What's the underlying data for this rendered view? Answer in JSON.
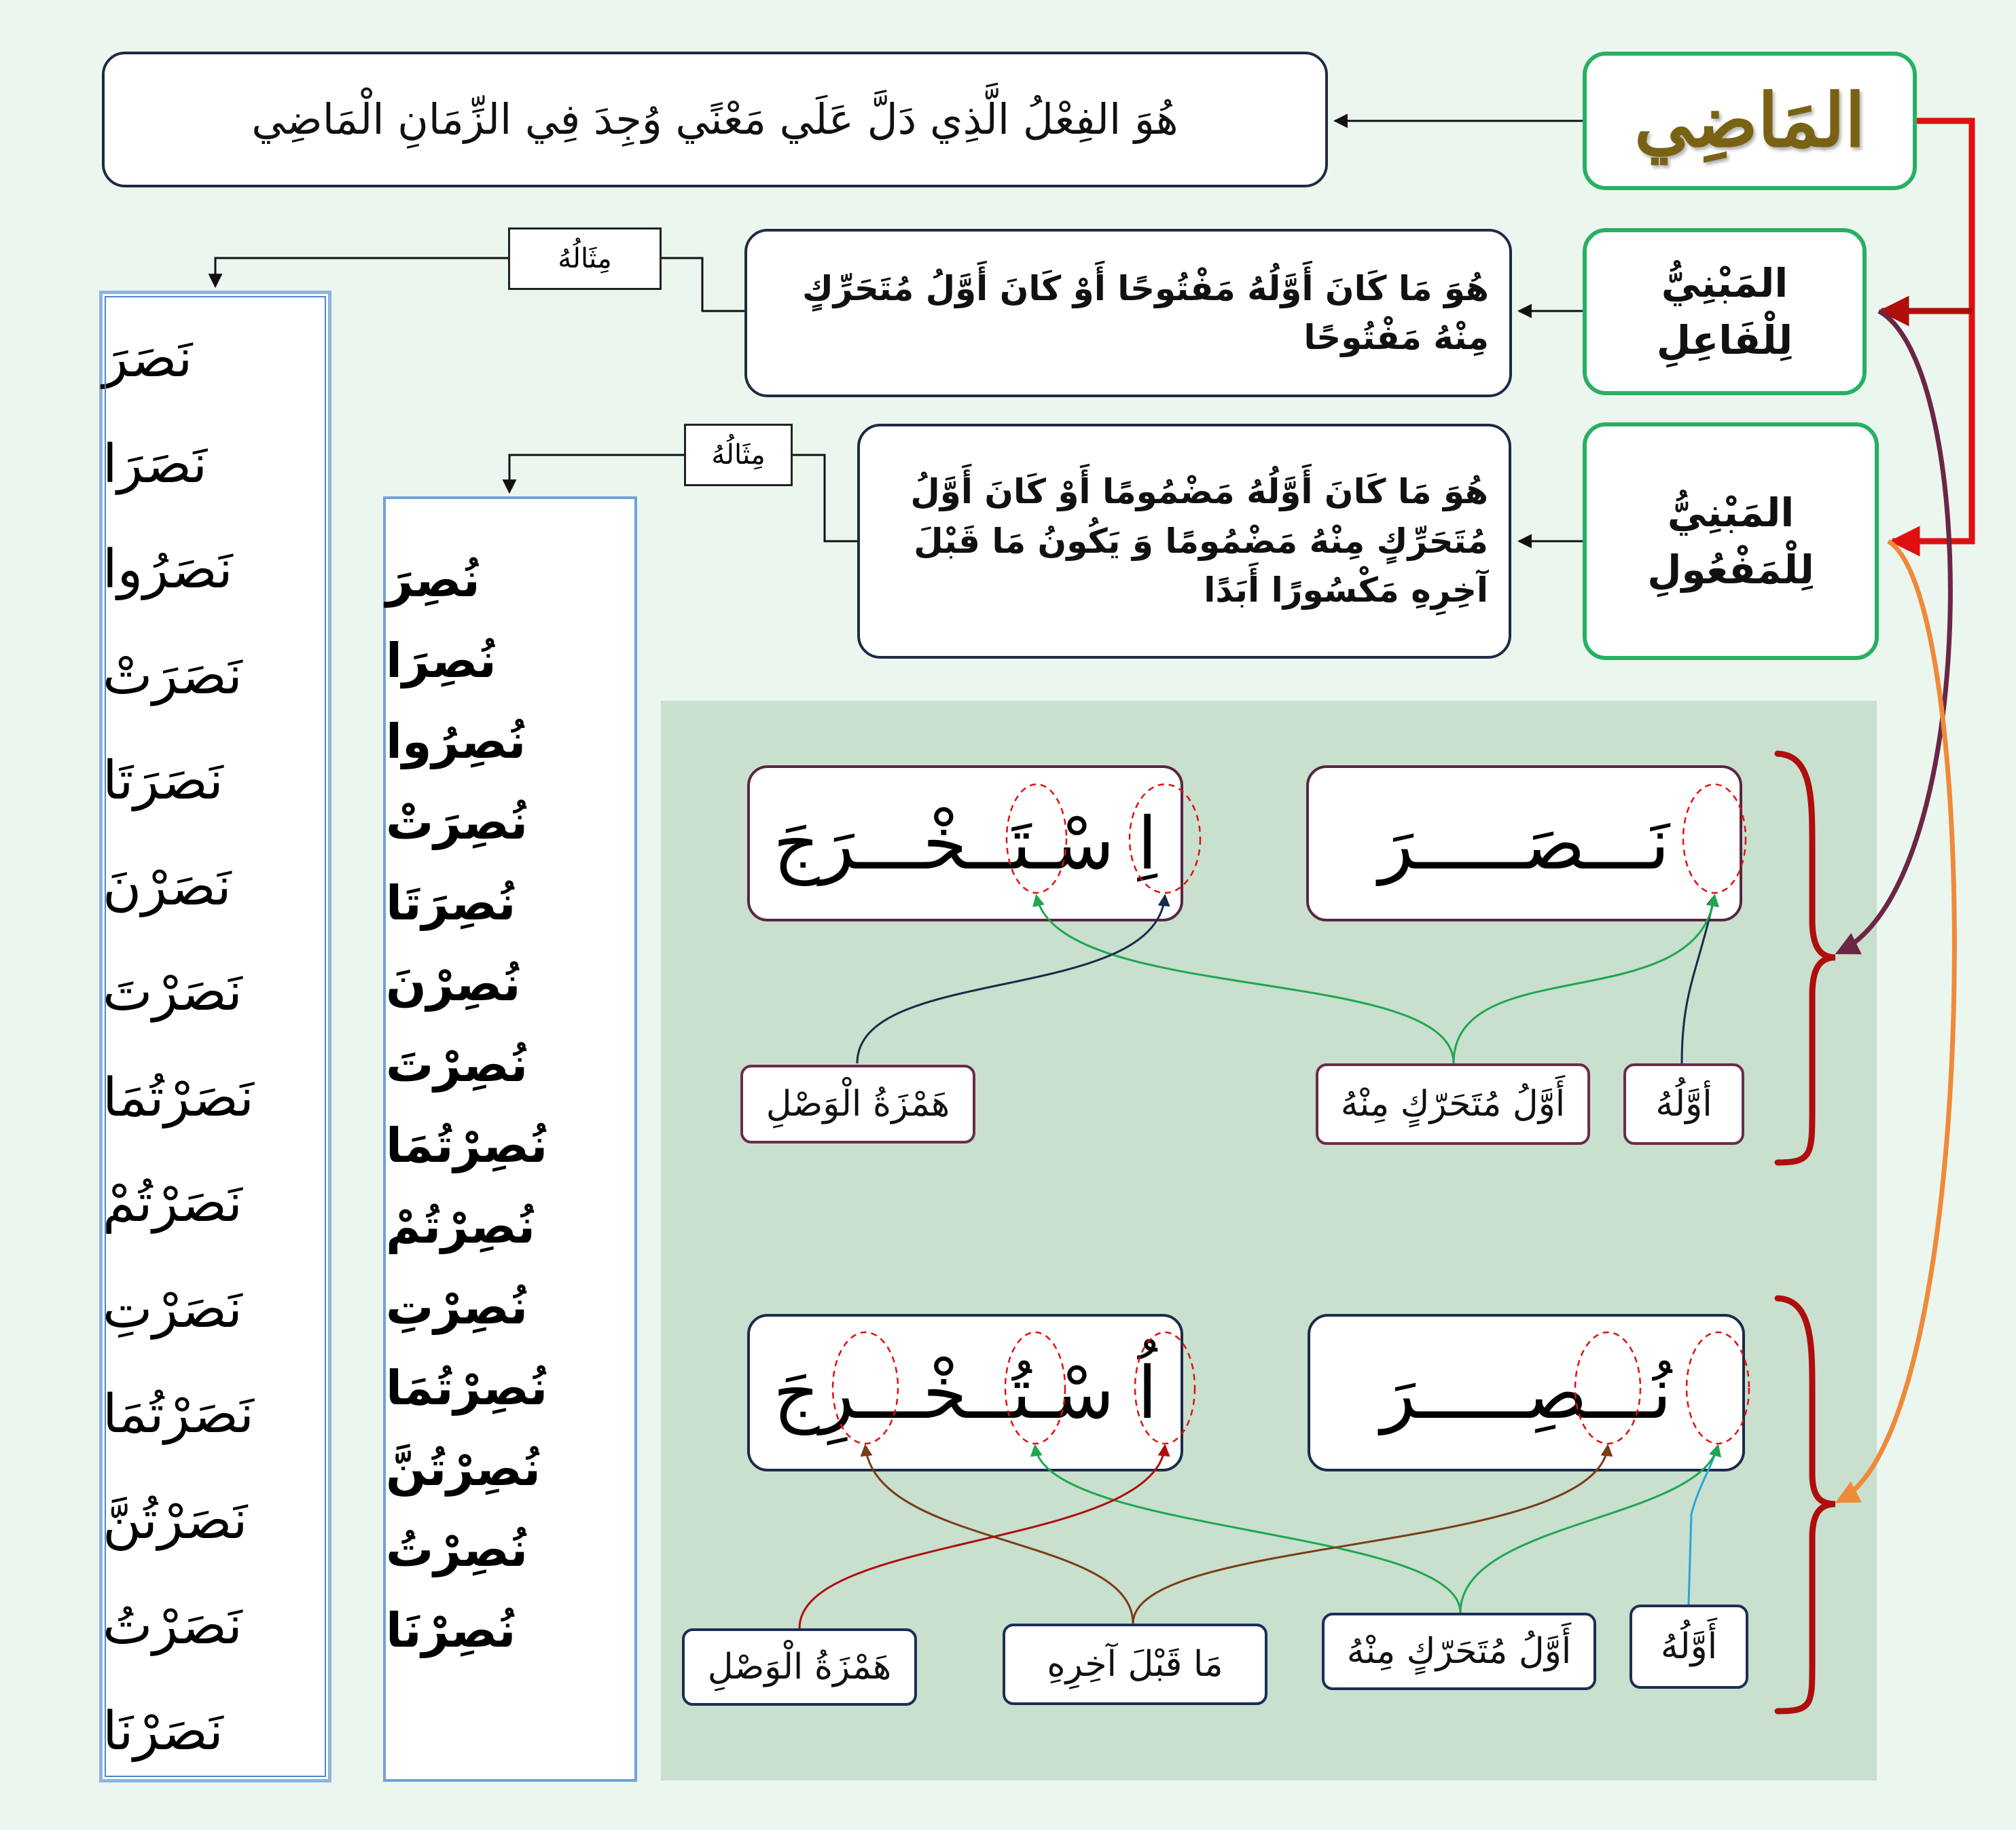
{
  "title": "المَاضِي",
  "definition": "هُوَ الفِعْلُ الَّذِي دَلَّ عَلَي مَعْنًي وُجِدَ فِي الزِّمَانِ الْمَاضِي",
  "active": {
    "label": "المَبْنِيُّ لِلْفَاعِلِ",
    "definition": "هُوَ مَا كَانَ أَوَّلُهُ مَفْتُوحًا أَوْ كَانَ أَوَّلُ مُتَحَرِّكٍ مِنْهُ مَفْتُوحًا",
    "example_tag": "مِثَالُهُ",
    "examples": [
      "نَصَرَ",
      "نَصَرَا",
      "نَصَرُوا",
      "نَصَرَتْ",
      "نَصَرَتَا",
      "نَصَرْنَ",
      "نَصَرْتَ",
      "نَصَرْتُمَا",
      "نَصَرْتُمْ",
      "نَصَرْتِ",
      "نَصَرْتُمَا",
      "نَصَرْتُنَّ",
      "نَصَرْتُ",
      "نَصَرْنَا"
    ],
    "word1": "نَـــصَـــــرَ",
    "word2": "اِ سْـتَــخْـــرَجَ",
    "labels": {
      "first": "أوَّلُهُ",
      "first_moving": "أَوَّلُ مُتَحَرّكٍ مِنْهُ",
      "hamza": "هَمْزَةُ الْوَصْلِ"
    }
  },
  "passive": {
    "label_line1": "المَبْنِيُّ",
    "label_line2": "لِلْمَفْعُولِ",
    "definition": "هُوَ مَا كَانَ أَوَّلُهُ مَضْمُومًا أَوْ كَانَ أَوَّلُ مُتَحَرِّكٍ مِنْهُ مَضْمُومًا  وَ يَكُونُ مَا قَبْلَ آخِرِهِ مَكْسُورًا أَبَدًا",
    "example_tag": "مِثَالُهُ",
    "examples": [
      "نُصِرَ",
      "نُصِرَا",
      "نُصِرُوا",
      "نُصِرَتْ",
      "نُصِرَتَا",
      "نُصِرْنَ",
      "نُصِرْتَ",
      "نُصِرْتُمَا",
      "نُصِرْتُمْ",
      "نُصِرْتِ",
      "نُصِرْتُمَا",
      "نُصِرْتُنَّ",
      "نُصِرْتُ",
      "نُصِرْنَا"
    ],
    "word1": "نُـــصِـــــرَ",
    "word2": "اُ سْـتُــخْـــرِجَ",
    "labels": {
      "first": "أَوَّلُهُ",
      "first_moving": "أَوَّلُ مُتَحَرّكٍ مِنْهُ",
      "before_last": "مَا قَبْلَ آخِرِهِ",
      "hamza": "هَمْزَةُ الْوَصْلِ"
    }
  },
  "colors": {
    "title": "#7a6214",
    "green_border": "#27b062",
    "red": "#e01010",
    "dark_red": "#b00d0d",
    "plum": "#6b2646",
    "orange": "#ef8a3a",
    "panel": "#c8e0cd",
    "teal": "#1fa64f",
    "navy": "#162b4a",
    "brown": "#7a3b17",
    "cyan": "#29a6d6"
  }
}
